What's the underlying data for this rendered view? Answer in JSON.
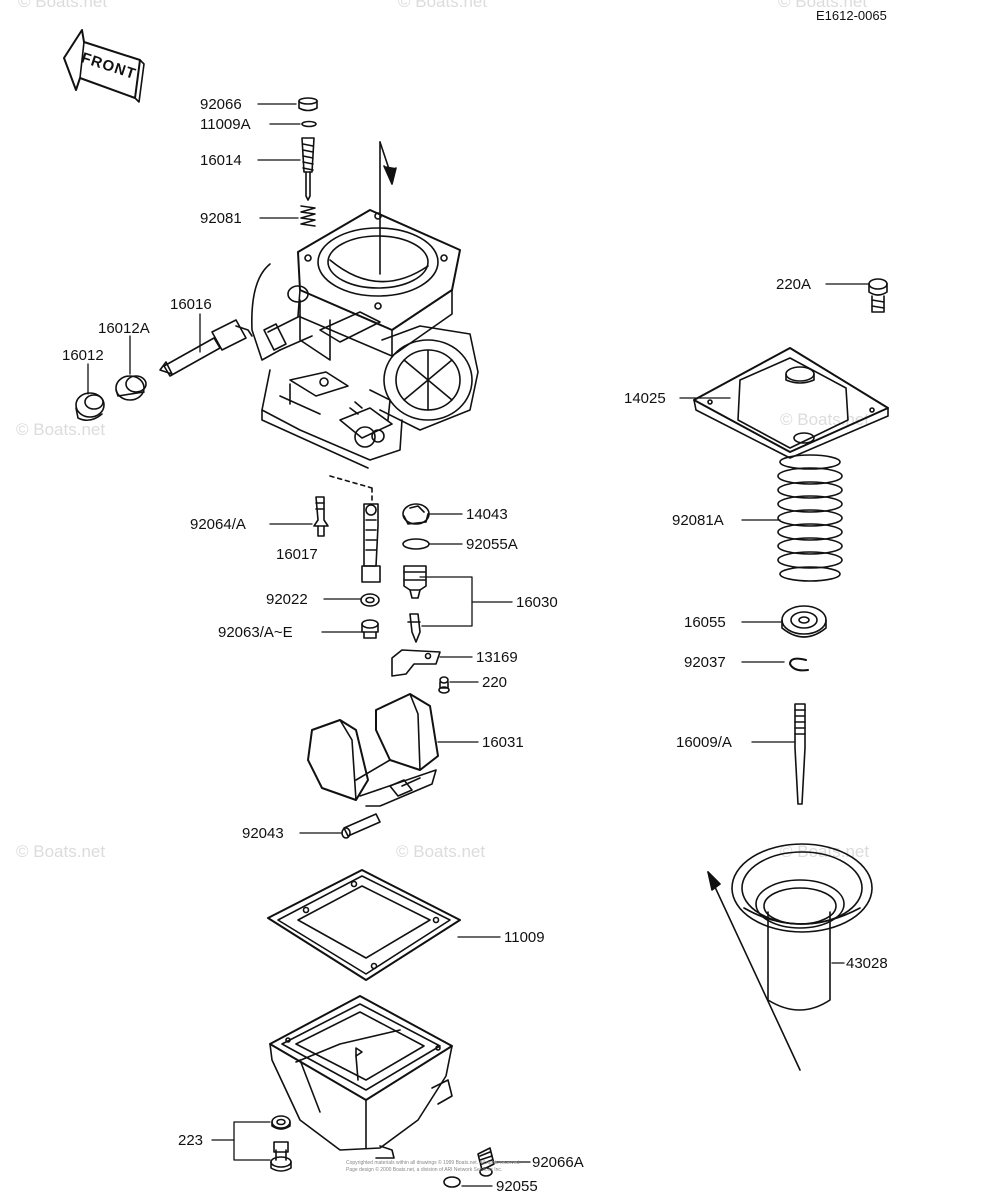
{
  "diagram_code": "E1612-0065",
  "front_label": "FRONT",
  "watermark": "© Boats.net",
  "copyright_lines": [
    "Copyrighted materials within all drawings © 1999 Boats.net. All rights reserved.",
    "Page design © 2000 Boats.net, a division of ARI Network Services Inc."
  ],
  "parts": {
    "p92066": "92066",
    "p11009A": "11009A",
    "p16014": "16014",
    "p92081": "92081",
    "p16016": "16016",
    "p16012A": "16012A",
    "p16012": "16012",
    "p92064A": "92064/A",
    "p16017": "16017",
    "p14043": "14043",
    "p92055A": "92055A",
    "p16030": "16030",
    "p92022": "92022",
    "p92063": "92063/A~E",
    "p13169": "13169",
    "p220": "220",
    "p16031": "16031",
    "p92043": "92043",
    "p11009": "11009",
    "p223": "223",
    "p92066A": "92066A",
    "p92055": "92055",
    "p220A": "220A",
    "p14025": "14025",
    "p92081A": "92081A",
    "p16055": "16055",
    "p92037": "92037",
    "p16009A": "16009/A",
    "p43028": "43028"
  },
  "colors": {
    "line": "#111111",
    "watermark": "#dcdcdc"
  }
}
